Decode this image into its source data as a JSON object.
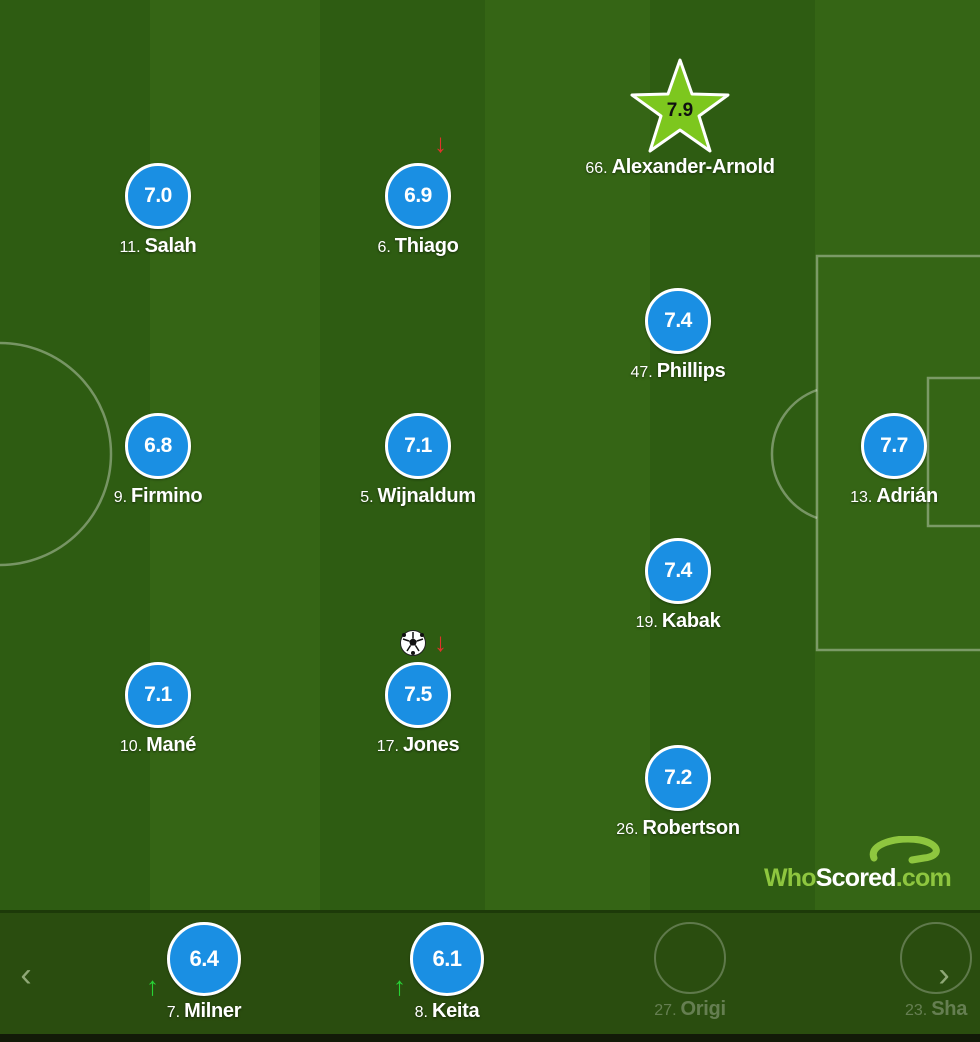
{
  "players": [
    {
      "number": "66.",
      "name": "Alexander-Arnold",
      "rating": "7.9"
    },
    {
      "number": "11.",
      "name": "Salah",
      "rating": "7.0"
    },
    {
      "number": "6.",
      "name": "Thiago",
      "rating": "6.9"
    },
    {
      "number": "47.",
      "name": "Phillips",
      "rating": "7.4"
    },
    {
      "number": "9.",
      "name": "Firmino",
      "rating": "6.8"
    },
    {
      "number": "5.",
      "name": "Wijnaldum",
      "rating": "7.1"
    },
    {
      "number": "13.",
      "name": "Adrián",
      "rating": "7.7"
    },
    {
      "number": "19.",
      "name": "Kabak",
      "rating": "7.4"
    },
    {
      "number": "10.",
      "name": "Mané",
      "rating": "7.1"
    },
    {
      "number": "17.",
      "name": "Jones",
      "rating": "7.5"
    },
    {
      "number": "26.",
      "name": "Robertson",
      "rating": "7.2"
    }
  ],
  "bench": [
    {
      "number": "7.",
      "name": "Milner",
      "rating": "6.4"
    },
    {
      "number": "8.",
      "name": "Keita",
      "rating": "6.1"
    },
    {
      "number": "27.",
      "name": "Origi",
      "rating": ""
    },
    {
      "number": "23.",
      "name": "Sha",
      "rating": ""
    }
  ],
  "markers": {
    "subbed_off_icon": "arrow-down-red",
    "subbed_on_icon": "arrow-up-green",
    "goal_icon": "football",
    "star_icon": "man-of-the-match-star"
  },
  "brand": {
    "part1": "Who",
    "part2": "Scored",
    "part3": ".com"
  },
  "nav": {
    "prev": "‹",
    "next": "›"
  },
  "colors": {
    "pitch": "#2d5a11",
    "rating_bubble": "#1a8fe3",
    "motm_star": "#7dc71e",
    "sub_off": "#e0322a",
    "sub_on": "#28d235",
    "brand_green": "#8ec63f"
  }
}
